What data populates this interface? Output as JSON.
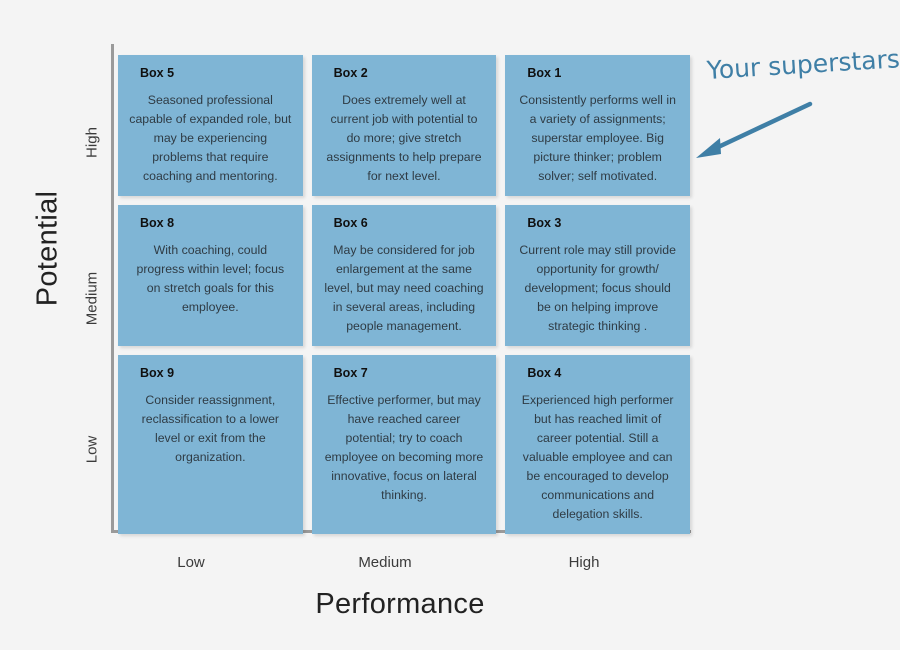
{
  "chart_data": {
    "type": "table",
    "title": "",
    "xlabel": "Performance",
    "ylabel": "Potential",
    "x_categories": [
      "Low",
      "Medium",
      "High"
    ],
    "y_categories": [
      "High",
      "Medium",
      "Low"
    ],
    "grid": false,
    "legend": "none",
    "cells": [
      {
        "row": "High",
        "col": "Low",
        "title": "Box 5",
        "body": "Seasoned professional capable of expanded role, but may be experiencing problems that require coaching and mentoring."
      },
      {
        "row": "High",
        "col": "Medium",
        "title": "Box 2",
        "body": "Does extremely well at current job with potential to do more; give stretch assignments to help prepare for next level."
      },
      {
        "row": "High",
        "col": "High",
        "title": "Box 1",
        "body": "Consistently performs well in a variety of assignments; superstar employee.  Big picture thinker; problem solver; self motivated."
      },
      {
        "row": "Medium",
        "col": "Low",
        "title": "Box 8",
        "body": "With coaching, could progress within level; focus on stretch goals for this employee."
      },
      {
        "row": "Medium",
        "col": "Medium",
        "title": "Box 6",
        "body": "May be considered for job enlargement at the same level, but may need coaching in several areas, including people management."
      },
      {
        "row": "Medium",
        "col": "High",
        "title": "Box 3",
        "body": "Current role may still provide opportunity for growth/ development; focus should be on helping improve strategic thinking ."
      },
      {
        "row": "Low",
        "col": "Low",
        "title": "Box 9",
        "body": "Consider reassignment, reclassification to a lower level or exit from the organization."
      },
      {
        "row": "Low",
        "col": "Medium",
        "title": "Box 7",
        "body": "Effective performer, but may have reached career potential; try to coach employee on becoming more innovative, focus on lateral thinking."
      },
      {
        "row": "Low",
        "col": "High",
        "title": "Box 4",
        "body": "Experienced high performer but has reached limit of career potential. Still a valuable employee and can be encouraged to develop communications and delegation skills."
      }
    ],
    "annotations": [
      {
        "text": "Your superstars!",
        "points_to": "Box 1",
        "color": "#3f7fa6"
      }
    ],
    "colors": {
      "cell_fill": "#7fb5d5",
      "background": "#f4f4f4",
      "axis_line": "#9a9a9a",
      "title_text": "#222222",
      "body_text": "#2f3b44",
      "annotation": "#3f7fa6"
    }
  }
}
